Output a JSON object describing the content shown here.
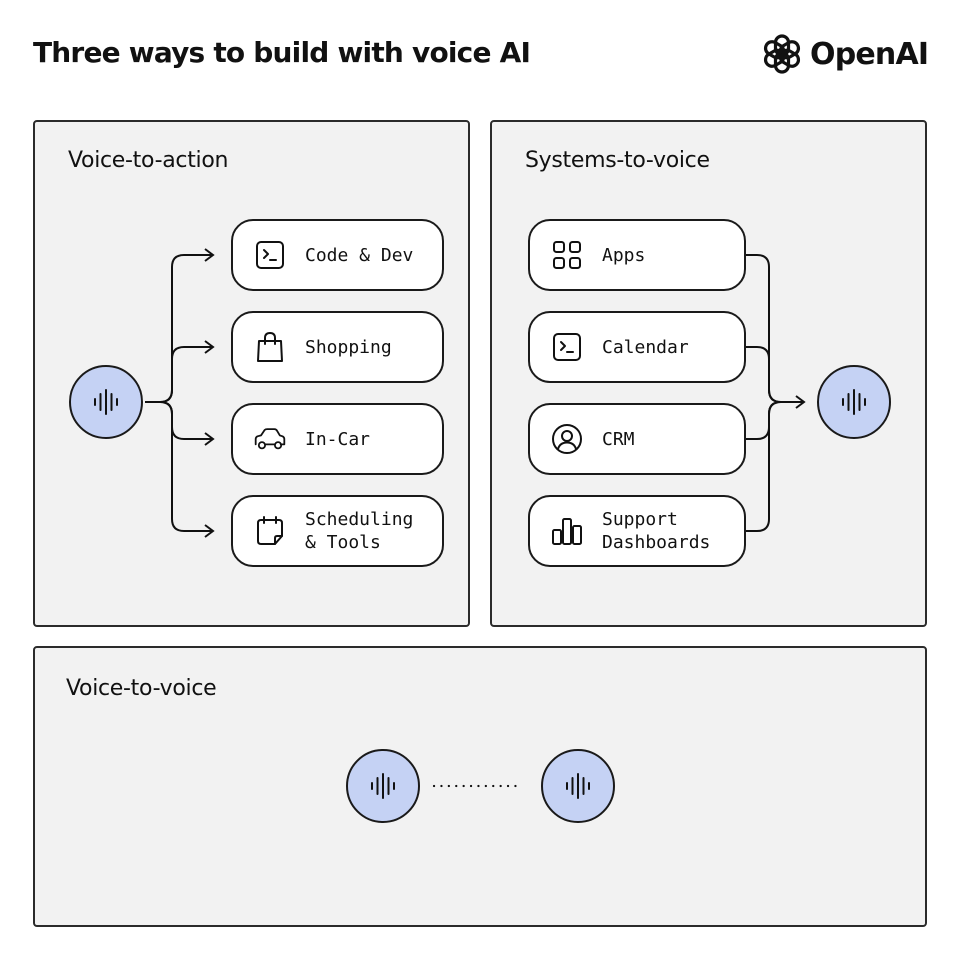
{
  "header": {
    "title": "Three ways to build with voice AI",
    "brand": "OpenAI"
  },
  "colors": {
    "panel_bg": "#f2f2f2",
    "border": "#1a1a1a",
    "voice_fill": "#c5d2f4",
    "card_bg": "#ffffff"
  },
  "voice_to_action": {
    "title": "Voice-to-action",
    "source_icon": "voice-wave-icon",
    "targets": [
      {
        "label": "Code & Dev",
        "icon": "terminal-icon"
      },
      {
        "label": "Shopping",
        "icon": "shopping-bag-icon"
      },
      {
        "label": "In-Car",
        "icon": "car-icon"
      },
      {
        "label": "Scheduling\n& Tools",
        "icon": "calendar-note-icon"
      }
    ]
  },
  "systems_to_voice": {
    "title": "Systems-to-voice",
    "sources": [
      {
        "label": "Apps",
        "icon": "apps-grid-icon"
      },
      {
        "label": "Calendar",
        "icon": "terminal-icon"
      },
      {
        "label": "CRM",
        "icon": "user-circle-icon"
      },
      {
        "label": "Support\nDashboards",
        "icon": "bar-chart-icon"
      }
    ],
    "target_icon": "voice-wave-icon"
  },
  "voice_to_voice": {
    "title": "Voice-to-voice",
    "left_icon": "voice-wave-icon",
    "right_icon": "voice-wave-icon"
  }
}
